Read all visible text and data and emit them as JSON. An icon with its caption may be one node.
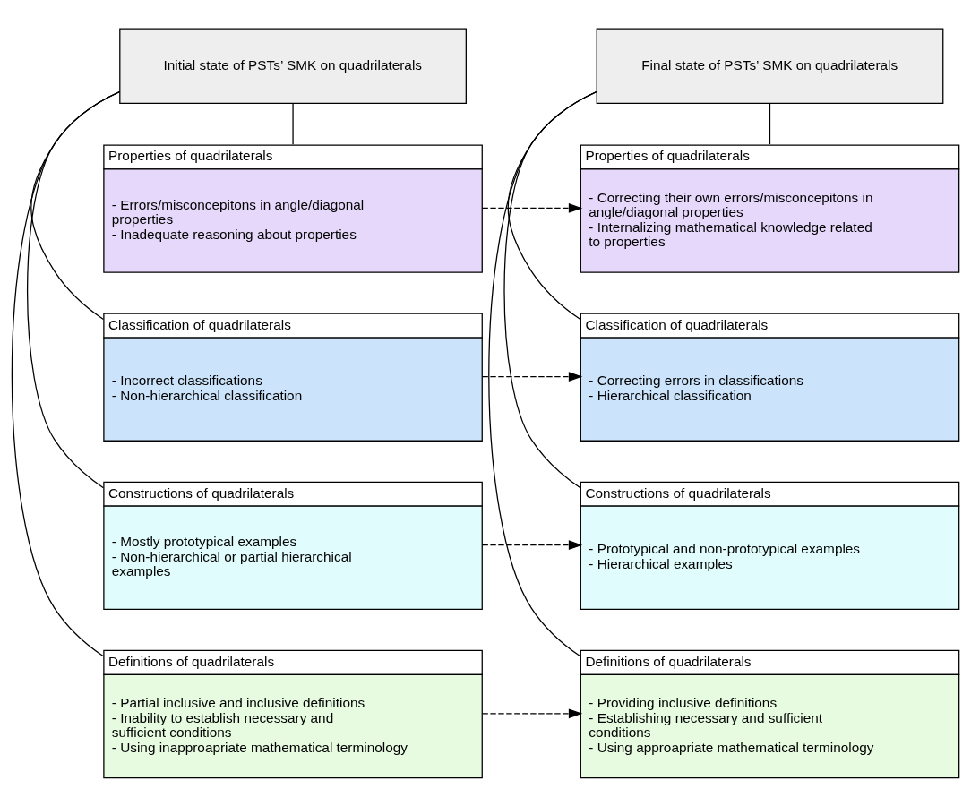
{
  "diagram": {
    "nodes": [
      {
        "text": [
          "Initial state of PSTs’ SMK on quadrilaterals"
        ]
      },
      {
        "text": [
          "Final state of PSTs’ SMK on quadrilaterals"
        ]
      },
      {
        "text": [
          "Definitions of quadrilaterals",
          "- Partial inclusive and inclusive definitions",
          "- Inability to establish necessary and sufficient conditions",
          "- Using inapproapriate mathematical terminology"
        ]
      },
      {
        "text": [
          "Definitions of quadrilaterals",
          "- Providing inclusive definitions",
          "- Establishing necessary and sufficient conditions",
          "- Using approapriate mathematical terminology"
        ]
      },
      {
        "text": [
          "Constructions of quadrilaterals",
          "- Mostly prototypical examples",
          "- Non-hierarchical or partial hierarchical examples"
        ]
      },
      {
        "text": [
          "Constructions of quadrilaterals",
          "- Prototypical and non-prototypical examples",
          "- Hierarchical examples"
        ]
      },
      {
        "text": [
          "Classification of quadrilaterals",
          "- Incorrect classifications",
          "- Non-hierarchical classification"
        ]
      },
      {
        "text": [
          "Classification of quadrilaterals",
          "- Correcting errors in classifications",
          "- Hierarchical classification"
        ]
      },
      {
        "text": [
          "Properties of quadrilaterals",
          "- Errors/misconcepitons in angle/diagonal properties",
          "- Inadequate reasoning about properties"
        ]
      },
      {
        "text": [
          "Properties of quadrilaterals",
          "- Correcting their own errors/misconcepitons in angle/diagonal properties",
          "- Internalizing mathematical knowledge related to properties"
        ]
      }
    ],
    "edges": [
      {
        "from": 0,
        "to": 2,
        "arrow": "none"
      },
      {
        "from": 0,
        "to": 4,
        "arrow": "none"
      },
      {
        "from": 0,
        "to": 6,
        "arrow": "none"
      },
      {
        "from": 0,
        "to": 8,
        "arrow": "none"
      },
      {
        "from": 1,
        "to": 3,
        "arrow": "none"
      },
      {
        "from": 1,
        "to": 5,
        "arrow": "none"
      },
      {
        "from": 1,
        "to": 7,
        "arrow": "none"
      },
      {
        "from": 1,
        "to": 9,
        "arrow": "none"
      },
      {
        "from": 2,
        "to": 3,
        "arrow": "to",
        "style": "dashed"
      },
      {
        "from": 4,
        "to": 5,
        "arrow": "to",
        "style": "dashed"
      },
      {
        "from": 6,
        "to": 7,
        "arrow": "to",
        "style": "dashed"
      },
      {
        "from": 8,
        "to": 9,
        "arrow": "to",
        "style": "dashed"
      }
    ]
  }
}
